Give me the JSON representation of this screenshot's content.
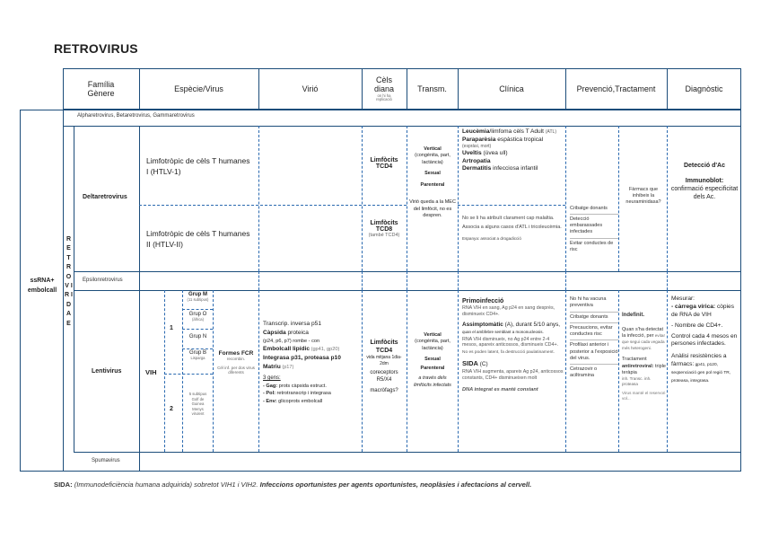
{
  "title": "RETROVIRUS",
  "headers": {
    "family": "Família\nGènere",
    "species": "Espècie/Virus",
    "virion": "Virió",
    "cells_diana": "Cèls\ndiana",
    "cells_note": "on hi ha\nreplicació",
    "transm": "Transm.",
    "clinic": "Clínica",
    "prevention": "Prevenció,Tractament",
    "diagnosis": "Diagnòstic"
  },
  "left": {
    "ssrna": "ssRNA+\nembolcall",
    "family_vertical": "R E T R O V I R I D A E"
  },
  "rows": {
    "alpha": "Alpharetrovirus, Betaretrovirus, Gammaretrovirus",
    "delta_label": "Deltaretrovirus",
    "htlv1": "Limfotròpic de cèls T humanes I (HTLV-1)",
    "htlv2": "Limfotròpic de cèls T humanes II (HTLV-II)",
    "cells_htlv1": "Limfòcits TCD4",
    "cells_htlv2": "Limfòcits TCD8",
    "cells_htlv2_note": "(també TCD4)",
    "transm_delta_1": "Vertical",
    "transm_delta_2": "(congènita, part, lactància)",
    "transm_delta_3": "Sexual",
    "transm_delta_4": "Parenteral",
    "transm_delta_5": "Virió queda a la MEC del limfòcit, no es despren.",
    "clin_h1_1": "Leucèmia",
    "clin_h1_1b": "/limfoma cèls T Adult",
    "clin_h1_1c": "(ATL)",
    "clin_h1_2": "Paraparèsia",
    "clin_h1_2b": " espàstica tropical",
    "clin_h1_2c": "(espràsi, mort)",
    "clin_h1_3": "Uveïtis",
    "clin_h1_3b": " (úvea ull)",
    "clin_h1_4": "Artropatia",
    "clin_h1_5": "Dermatitis",
    "clin_h1_5b": " infecciosa infantil",
    "clin_h2_1": "No se li ha atribuït clarament cap malaltia.",
    "clin_h2_2": "Associa a alguns casos d'ATL i tricoleucèmia.",
    "clin_h2_3": "Espanya: associat a drogadicció",
    "prev_delta_1": "Cribatge donants",
    "prev_delta_2": "Detecció embarassades infectades",
    "prev_delta_3": "Evitar conductes de risc",
    "prev_delta_4": "Fàrmacs que inhibeix la neuraminidasa?",
    "diag_delta_1": "Detecció d'Ac",
    "diag_delta_2": "Immunoblot:",
    "diag_delta_3": "confirmació especificitat dels Ac.",
    "epsilon": "Epsilonretrovirus",
    "lenti_label": "Lentivirus",
    "vih": "VIH",
    "grupM": "Grup M",
    "grupM_note": "(11 subtipus)",
    "grupO": "Grup O",
    "grupO_note": "(àfrica)",
    "grupN": "Grup N",
    "grupB": "Grup B",
    "grupB_note": "Lisparga",
    "num1": "1",
    "num2": "2",
    "sub2_note": "5 subtipus\nGolf de\nGuinea\nMenys\nvirulent",
    "formes": "Formes FCR",
    "formes_note": "recombin.",
    "formes_note2": "Cél inf. per dos virus diferents",
    "vir_1": "Transcrip. inversa p51",
    "vir_2": "Càpsida",
    "vir_2b": " proteica",
    "vir_3": "(p24, p6, p7) rombe - con",
    "vir_4": "Embolcall lipídic",
    "vir_4b": " (gp41, gp20)",
    "vir_5": "Integrasa p31, proteasa p10",
    "vir_6": "Matriu",
    "vir_6b": " (p17)",
    "vir_7": "3 gens:",
    "vir_8": "- Gag:",
    "vir_8b": " prots càpsida estruct.",
    "vir_9": "- Pol:",
    "vir_9b": " retrotranscrip i integrasa",
    "vir_10": "- Env:",
    "vir_10b": " glicoprots embolcall",
    "cells_lenti_1": "Limfòcits TCD4",
    "cells_lenti_2": "vida mitjana 1dia- 2dm",
    "cells_lenti_3": "coreceptors R5/X4",
    "cells_lenti_4": "macròfags?",
    "transm_lenti_1": "Vertical",
    "transm_lenti_2": "(congènita, part, lactància)",
    "transm_lenti_3": "Sexual",
    "transm_lenti_4": "Parenteral",
    "transm_lenti_5": "a través dels limfòcits infectats",
    "cl_1": "Primoinfecció",
    "cl_2": "RNA VIH en sang, Ag p24 en sang desprès, disminueix CD4+.",
    "cl_3": "Assimptomàtic",
    "cl_3b": " (A), durant 5/10 anys,",
    "cl_3c": " quan el ambfebre semblant a mononucleosis.",
    "cl_4": "RNA VIH disminueix, no Ag p24 entre 2-4 mesos, apareix anticossos, disminueix CD4+.",
    "cl_5": "No es poden latent, fa destrucció paulatinament.",
    "cl_6": "SIDA",
    "cl_6b": " (C)",
    "cl_7": "RNA VIH augmenta, apareix Ag p24, anticossos constants, CD4+ disminueixen molt",
    "cl_8": "DNA integrat es manté constant",
    "prev_l_1": "No hi ha vacuna preventiva",
    "prev_l_2": "Cribatge donants",
    "prev_l_3": "Precaucions, evitar conductes risc",
    "prev_l_4": "Profilaxi anterior i posterior a l'exposició del virus.",
    "prev_l_5": "Cetrazovir o aciltramina",
    "tr_1": "Indefinit.",
    "tr_2": "Quan s'ha detectat la infecció, per",
    "tr_2b": " evitar que segui cada vegada més heterogeni.",
    "tr_3": "Tractament",
    "tr_4": "antiretroviral:",
    "tr_5": " triple teràpia",
    "tr_6": "inh. Transc. inh. proteasa",
    "tr_7": "Virus manté el reservori vol...",
    "dg_1": "Mesurar:",
    "dg_2": "- càrrega vírica:",
    "dg_3": " còpies de RNA de VIH",
    "dg_4": "- Nombre de CD4+.",
    "dg_5": "Control cada 4 mesos en persones infectades.",
    "dg_6": "Anàlisi resistències a fàrmacs:",
    "dg_7": " gp41, p120, seqüenciació gen pol regió TR, proteasa, integrasa.",
    "spuma": "Spumavirus"
  },
  "footer": {
    "sida": "SIDA:",
    "rest_italic": " (Immunodeficiència humana adquirida)",
    "rest_normal": " sobretot VIH1 i VIH2.",
    "rest_bold": " Infeccions oportunistes per agents oportunistes, neoplàsies i afectacions al cervell."
  },
  "colors": {
    "border": "#1c4d7a",
    "dashed": "#2b6ab0"
  }
}
